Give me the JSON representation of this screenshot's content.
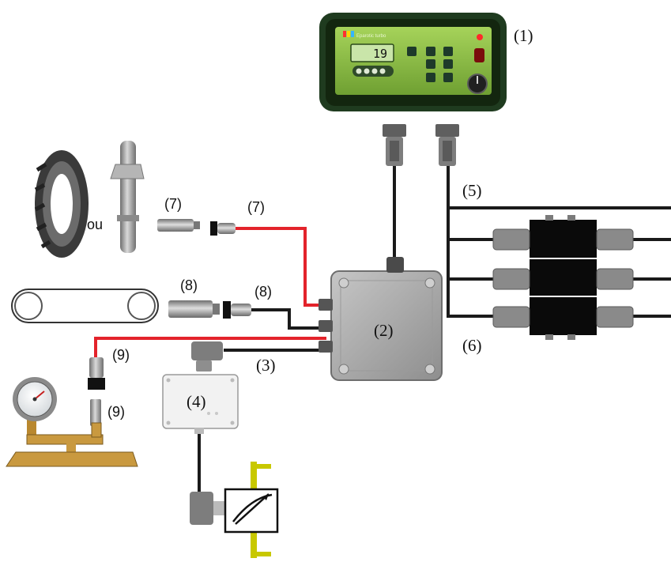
{
  "labels": {
    "console": "(1)",
    "junction_box": "(2)",
    "valve_cable": "(3)",
    "amplifier": "(4)",
    "upper_harness": "(5)",
    "lower_harness": "(6)",
    "wheel_sensor": "(7)",
    "wheel_connector": "(7)",
    "belt_sensor": "(8)",
    "belt_connector": "(8)",
    "pressure_cable": "(9)",
    "pressure_sensor": "(9)",
    "or_word": "ou"
  },
  "console_screen": {
    "brand": "Eparotic turbo",
    "reading": "19"
  },
  "colors": {
    "red_cable": "#e3232b",
    "black_cable": "#1a1a1a",
    "box_gray": "#a9a9a9",
    "console_body": "#1f3b1f",
    "console_green": "#8cbf3f",
    "gauge_base": "#c9993f"
  }
}
